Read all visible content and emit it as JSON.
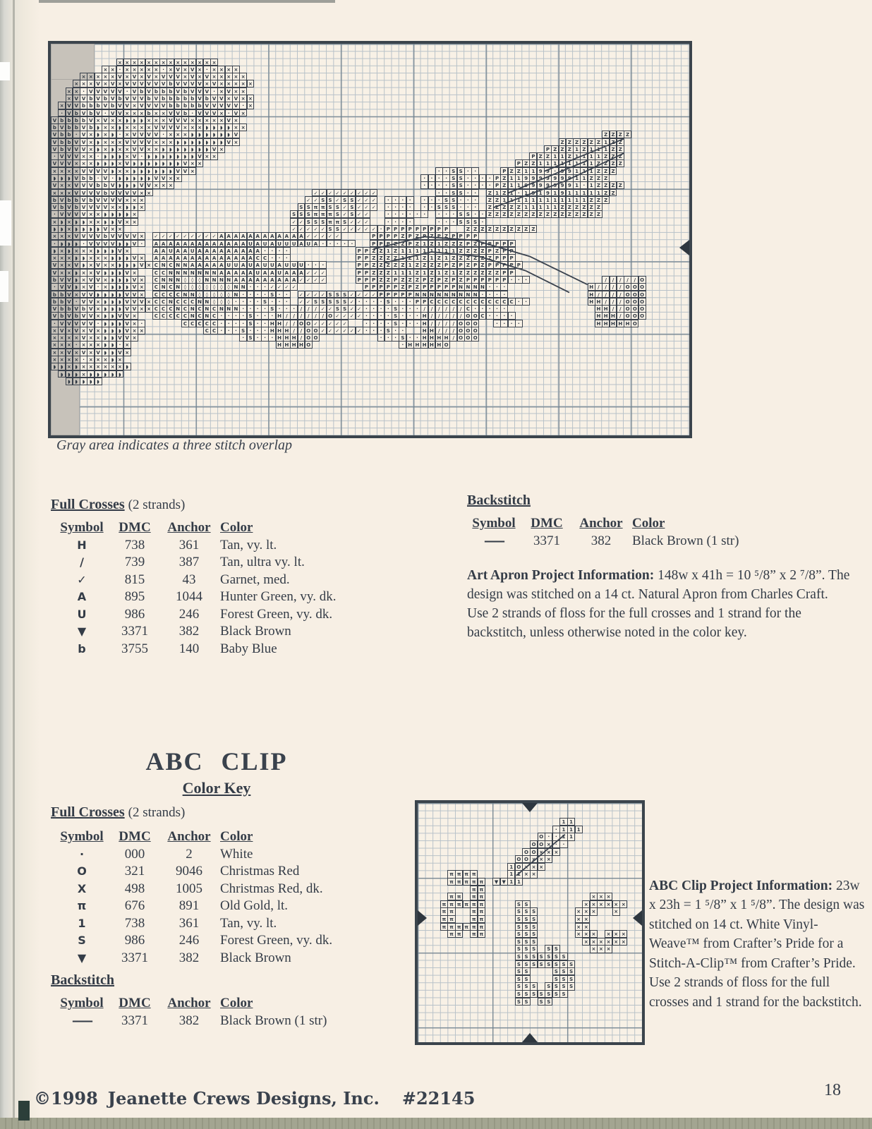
{
  "page": {
    "caption": "Gray area indicates a three stitch overlap",
    "page_number": "18",
    "footer": {
      "copyright": "©1998",
      "publisher": "Jeanette Crews Designs, Inc.",
      "item_number": "#22145"
    }
  },
  "apron_key": {
    "full_crosses": {
      "title": "Full Crosses",
      "strands": "(2 strands)",
      "headers": [
        "Symbol",
        "DMC",
        "Anchor",
        "Color"
      ],
      "rows": [
        [
          "H",
          "738",
          "361",
          "Tan, vy. lt."
        ],
        [
          "/",
          "739",
          "387",
          "Tan, ultra vy. lt."
        ],
        [
          "✓",
          "815",
          "43",
          "Garnet, med."
        ],
        [
          "A",
          "895",
          "1044",
          "Hunter Green, vy. dk."
        ],
        [
          "U",
          "986",
          "246",
          "Forest Green, vy. dk."
        ],
        [
          "▼",
          "3371",
          "382",
          "Black Brown"
        ],
        [
          "b",
          "3755",
          "140",
          "Baby Blue"
        ]
      ]
    },
    "backstitch": {
      "title": "Backstitch",
      "headers": [
        "Symbol",
        "DMC",
        "Anchor",
        "Color"
      ],
      "rows": [
        [
          "——",
          "3371",
          "382",
          "Black Brown (1 str)"
        ]
      ]
    },
    "project_info": {
      "label": "Art Apron Project Information:",
      "text": "  148w x 41h = 10 ⁵/8” x 2 ⁷/8”.  The design was stitched on a 14 ct. Natural Apron from Charles Craft.  Use 2 strands of floss for the full crosses and 1 strand for the backstitch, unless otherwise noted in the color key."
    }
  },
  "abc_clip": {
    "title": "ABC  CLIP",
    "subtitle": "Color Key",
    "full_crosses": {
      "title": "Full Crosses",
      "strands": "(2 strands)",
      "headers": [
        "Symbol",
        "DMC",
        "Anchor",
        "Color"
      ],
      "rows": [
        [
          "·",
          "000",
          "2",
          "White"
        ],
        [
          "O",
          "321",
          "9046",
          "Christmas Red"
        ],
        [
          "X",
          "498",
          "1005",
          "Christmas Red, dk."
        ],
        [
          "π",
          "676",
          "891",
          "Old Gold, lt."
        ],
        [
          "1",
          "738",
          "361",
          "Tan, vy. lt."
        ],
        [
          "S",
          "986",
          "246",
          "Forest Green, vy. dk."
        ],
        [
          "▼",
          "3371",
          "382",
          "Black Brown"
        ]
      ]
    },
    "backstitch": {
      "title": "Backstitch",
      "headers": [
        "Symbol",
        "DMC",
        "Anchor",
        "Color"
      ],
      "rows": [
        [
          "——",
          "3371",
          "382",
          "Black Brown (1 str)"
        ]
      ]
    },
    "project_info": {
      "label": "ABC Clip Project Information:",
      "text": "  23w x 23h = 1 ⁵/8” x 1 ⁵/8”.  The design was stitched on 14 ct. White Vinyl-Weave™ from Crafter’s Pride for a Stitch-A-Clip™ from Crafter’s Pride.  Use 2 strands of floss for the full crosses and 1 strand for the backstitch."
    }
  },
  "glyph_map": {
    ".": "·",
    "x": "×",
    "v": "✓",
    ")": "◗"
  },
  "apron_chart": {
    "columns": 88,
    "rows": 54,
    "cell": 10.28,
    "overlap": {
      "cols": 4,
      "corner_cols": 6,
      "corner_rows": 5
    },
    "grid_rows": [
      [],
      [],
      [
        [
          9,
          "xxxxxxxxxxxxxx"
        ]
      ],
      [
        [
          7,
          "xx.xxxxx.xVxVx.xxxx"
        ]
      ],
      [
        [
          4,
          "xxxxxVxVxVxVVVxVxVxxxxx"
        ]
      ],
      [
        [
          3,
          "xxxVxVxVVVVVVbVVVVxVxxxxx"
        ]
      ],
      [
        [
          2,
          "xx.VVVVV.VbVbbbVbVVV.xVxx"
        ]
      ],
      [
        [
          2,
          "xVVbVbVbVVVbVbbbbbVbVVxVxx"
        ]
      ],
      [
        [
          1,
          "xVVbbbVbVVxVVVVbbbbbVVVVV.x"
        ]
      ],
      [
        [
          1,
          ".VbVbV.VVxxxbxxVVb.VVVx.Vx"
        ]
      ],
      [
        [
          0,
          "VbbbbVxVxx)))xxxVVVxxxxxVx"
        ]
      ],
      [
        [
          0,
          "bVbbVb)xx)xxxxVVVVxxx))))xx"
        ]
      ],
      [
        [
          0,
          "Vbb.Vx)x).xVVVV.xxx))))))V"
        ],
        [
          76,
          "ZZZZ"
        ]
      ],
      [
        [
          0,
          "VbbVVx)xxxVVVVxxx)))))))Vx"
        ],
        [
          70,
          "ZZZZZZ1ZZ"
        ]
      ],
      [
        [
          0,
          "VbVVVx)x)xxVVxx)))))))Vx"
        ],
        [
          68,
          "PZZZ1Z111ZZ"
        ]
      ],
      [
        [
          0,
          ".VVVxx.)))xV.)))))))Vxx"
        ],
        [
          66,
          "PZZ11Z1111ZZZ"
        ]
      ],
      [
        [
          0,
          "VVVxxx)))xV)))))))Vxx"
        ],
        [
          64,
          "PZZ11111111ZZZZ"
        ]
      ],
      [
        [
          0,
          "xxxxVVVV)xx))))))VVx"
        ],
        [
          53,
          "..SS.."
        ],
        [
          62,
          "PZZ1199.99111ZZZ"
        ]
      ],
      [
        [
          0,
          ")))Vbb.V.)))))VVxx"
        ],
        [
          51,
          "....SS...."
        ],
        [
          61,
          "PZ11999999911ZZZ"
        ]
      ],
      [
        [
          0,
          "VxxVVVbbV)))VVxxx"
        ],
        [
          51,
          "....SS...."
        ],
        [
          61,
          "PZ1199999991.1ZZZZ"
        ]
      ],
      [
        [
          0,
          "xxxVVVVbVVVVxx"
        ],
        [
          36,
          "vvvvvvvvv"
        ],
        [
          53,
          "..SS.."
        ],
        [
          60,
          "Z1Z1.19191911111ZZ"
        ]
      ],
      [
        [
          0,
          "bVbbVbVVVVxxx"
        ],
        [
          35,
          "vvSSvSSvvv"
        ],
        [
          46,
          "...."
        ],
        [
          51,
          "...SS..."
        ],
        [
          60,
          "ZZ111111111111ZZZ"
        ]
      ],
      [
        [
          0,
          "VbVbVVVVxx))x"
        ],
        [
          34,
          "SSππSSvSvvv"
        ],
        [
          46,
          "...."
        ],
        [
          51,
          "..SSS..."
        ],
        [
          60,
          "ZZZZZ11111ZZZZZZ"
        ]
      ],
      [
        [
          0,
          ".VVVVxx))))x"
        ],
        [
          33,
          "SSSπππSvSvv"
        ],
        [
          46,
          "......"
        ],
        [
          53,
          "...SS.."
        ],
        [
          60,
          "ZZZZZZZZZZZZZZZZ"
        ]
      ],
      [
        [
          0,
          "x)x))xx))Vxx"
        ],
        [
          33,
          "vvSSSππSvvv"
        ],
        [
          46,
          "...."
        ],
        [
          53,
          "...SSS."
        ]
      ],
      [
        [
          0,
          "))x))))Vxx"
        ],
        [
          33,
          "vvvvvSSvvvv"
        ],
        [
          44,
          "v."
        ],
        [
          46,
          "PPPPPPPPP"
        ],
        [
          57,
          "ZZZZZZZZZZ"
        ]
      ],
      [
        [
          0,
          "xxxVVVVbVVVVx"
        ],
        [
          14,
          "vvvvvvvvv"
        ],
        [
          23,
          "AAAAAAAAAAAA"
        ],
        [
          35,
          "vvvvv"
        ],
        [
          44,
          "PPPPZPZPZPZPPPP"
        ]
      ],
      [
        [
          0,
          ".))).VVVV))V."
        ],
        [
          14,
          "AAAAAAAAAAAAAUAUAUUUAUA"
        ],
        [
          37,
          "....."
        ],
        [
          44,
          "PPPZZPZ1Z1ZZZPZPPPPP"
        ]
      ],
      [
        [
          0,
          ")x)xxx)))Vx"
        ],
        [
          14,
          "AAUAAUAAAAAAAAA"
        ],
        [
          29,
          "...."
        ],
        [
          42,
          "PPZZ1Z11111111ZZZZPZPP"
        ]
      ],
      [
        [
          0,
          "xxx))xxx)))Vx"
        ],
        [
          14,
          "AAAAAAAAAAAAAA"
        ],
        [
          28,
          "CC..."
        ],
        [
          42,
          "PPZZZZ1Z1Z1Z1ZZZZZZPPP"
        ]
      ],
      [
        [
          0,
          "VxxV)xVxx)))Vx"
        ],
        [
          14,
          "CNCNNAAAAAUUAUAUUAUUU"
        ],
        [
          35,
          "..."
        ],
        [
          42,
          "PPZZZZZ1ZZZZPZPZPZPPPPP"
        ]
      ],
      [
        [
          0,
          "Vxx)xxV)))Vx"
        ],
        [
          14,
          "CCNNNNNNNAAAAAUAAUAAA"
        ],
        [
          35,
          "vvv"
        ],
        [
          42,
          "PPZZZ111Z1Z1Z1ZZZZZZPP"
        ]
      ],
      [
        [
          0,
          "bVV)xVVx)))Vx"
        ],
        [
          14,
          "CNNN◊◊◊NNNNAAAAAAAAA"
        ],
        [
          34,
          "vvvv"
        ],
        [
          42,
          "PPPZZPZZZPZPZPZPPPPPP"
        ],
        [
          63,
          "..."
        ],
        [
          76,
          "/////O"
        ]
      ],
      [
        [
          0,
          ".VV)xV.x)))Vx"
        ],
        [
          14,
          "CNCN◊◊◊◊◊◊◊NN"
        ],
        [
          27,
          "..."
        ],
        [
          30,
          "vvvv"
        ],
        [
          43,
          "PPPPPZPZPPPPP"
        ],
        [
          56,
          "NNNN"
        ],
        [
          60,
          "..."
        ],
        [
          74,
          "H////OOO"
        ]
      ],
      [
        [
          0,
          "bbVxVV))))VVx"
        ],
        [
          14,
          "CCCCNN◊◊◊◊◊N"
        ],
        [
          26,
          "....S.."
        ],
        [
          34,
          "vvvvSSSvvvv"
        ],
        [
          45,
          "PPPPP"
        ],
        [
          50,
          "NNNNNNNNN"
        ],
        [
          59,
          "...."
        ],
        [
          74,
          "H////OOO"
        ]
      ],
      [
        [
          0,
          "bbV.VVx)))VVVx"
        ],
        [
          14,
          "CCNCCCNN◊◊◊"
        ],
        [
          25,
          "....S..."
        ],
        [
          34,
          "vvSSSSSv"
        ],
        [
          42,
          "....S..."
        ],
        [
          50,
          "PPCCCCCCCCCCCC"
        ],
        [
          64,
          ".."
        ],
        [
          74,
          "HH///OOO"
        ]
      ],
      [
        [
          0,
          "VbbVbVx)))VVxx"
        ],
        [
          14,
          "CCCNCNCNCNNN"
        ],
        [
          26,
          "....S..."
        ],
        [
          34,
          "///vvSSvv"
        ],
        [
          43,
          "....S..."
        ],
        [
          51,
          "//////C"
        ],
        [
          58,
          "....."
        ],
        [
          75,
          "HH//OOO"
        ]
      ],
      [
        [
          0,
          "VbVbVVx))VVx"
        ],
        [
          14,
          "CCCCCNCNC"
        ],
        [
          23,
          "....S..."
        ],
        [
          31,
          "H//////Ovvvv"
        ],
        [
          43,
          "....S..."
        ],
        [
          51,
          "H/////OO"
        ],
        [
          59,
          "C...."
        ],
        [
          75,
          "HHH/OOO"
        ]
      ],
      [
        [
          0,
          ".VVVVV.)))Vx."
        ],
        [
          18,
          "CCCCC"
        ],
        [
          23,
          "....S.."
        ],
        [
          30,
          "HH//OOvvvvv"
        ],
        [
          43,
          "....S..."
        ],
        [
          51,
          "H////OOO"
        ],
        [
          61,
          "...."
        ],
        [
          75,
          "HHHHHO"
        ]
      ],
      [
        [
          0,
          "xVxVxVx)))Vxx"
        ],
        [
          21,
          "CC"
        ],
        [
          23,
          "...S..."
        ],
        [
          30,
          "HHH//OOvvvvvv"
        ],
        [
          43,
          "...S.."
        ],
        [
          51,
          "HH///OOO"
        ]
      ],
      [
        [
          0,
          "xxxxVxx))VVx"
        ],
        [
          26,
          ".S..."
        ],
        [
          31,
          "HHH/OO"
        ],
        [
          45,
          "...S.."
        ],
        [
          51,
          "HHHH/OOO"
        ]
      ],
      [
        [
          0,
          "xxx.xxx)).x"
        ],
        [
          31,
          "HHHHO"
        ],
        [
          48,
          ".HHHHHO"
        ]
      ],
      [
        [
          0,
          "xxVxVxV))Vx"
        ]
      ],
      [
        [
          0,
          "xxxx.xxx)x"
        ]
      ],
      [
        [
          0,
          "))x)xxxxxx)"
        ]
      ],
      [
        [
          1,
          ")))x)))))"
        ]
      ],
      [
        [
          2,
          ")))))"
        ]
      ],
      [],
      [],
      [],
      [],
      [],
      [],
      []
    ],
    "backstitch_lines": [
      [
        68,
        17.6,
        79,
        13.1
      ],
      [
        63,
        20.6,
        74,
        16.1
      ],
      [
        61,
        22.6,
        71,
        18.9
      ],
      [
        71,
        18.9,
        79,
        15.1
      ],
      [
        44.5,
        28.3,
        51.5,
        26.6
      ],
      [
        51.5,
        26.6,
        58.5,
        27.1
      ],
      [
        58.5,
        27.1,
        66,
        29.3
      ],
      [
        66,
        29.3,
        74,
        33.2
      ],
      [
        46,
        30.2,
        52.5,
        28.7
      ],
      [
        52.5,
        28.7,
        59,
        29.3
      ],
      [
        59,
        29.3,
        65.5,
        31.3
      ],
      [
        65.5,
        31.3,
        71.5,
        34.3
      ]
    ]
  },
  "clip_chart": {
    "columns": 30,
    "rows": 32,
    "cell": 10.6,
    "grid_rows": [
      [],
      [],
      [
        [
          19,
          "11"
        ]
      ],
      [
        [
          18,
          ".111"
        ]
      ],
      [
        [
          16,
          "O..11"
        ]
      ],
      [
        [
          15,
          "OOx.."
        ]
      ],
      [
        [
          14,
          "OOxxx"
        ]
      ],
      [
        [
          13,
          "OOxxx"
        ]
      ],
      [
        [
          12,
          "1Oxxx"
        ]
      ],
      [
        [
          4,
          "ππππ"
        ],
        [
          12,
          "11xx"
        ]
      ],
      [
        [
          4,
          "πππππ"
        ],
        [
          10,
          "▼▼11"
        ]
      ],
      [
        [
          7,
          "ππ"
        ]
      ],
      [
        [
          4,
          "ππ ππ"
        ],
        [
          23,
          "xxx"
        ]
      ],
      [
        [
          3,
          "ππππππ"
        ],
        [
          13,
          "SS"
        ],
        [
          22,
          "xxxxxx"
        ]
      ],
      [
        [
          3,
          "ππ  ππ"
        ],
        [
          13,
          "SSS"
        ],
        [
          21,
          "xxx  x"
        ]
      ],
      [
        [
          3,
          "ππ  ππ"
        ],
        [
          13,
          "SSS"
        ],
        [
          21,
          "xx"
        ]
      ],
      [
        [
          3,
          "ππππππ"
        ],
        [
          13,
          "SSS"
        ],
        [
          21,
          "xx"
        ]
      ],
      [
        [
          4,
          "ππ ππ"
        ],
        [
          13,
          "SSS"
        ],
        [
          21,
          "xxx xxx"
        ]
      ],
      [
        [
          13,
          "SSS"
        ],
        [
          22,
          "xxxxxx"
        ]
      ],
      [
        [
          13,
          "SSS"
        ],
        [
          17,
          "SS"
        ],
        [
          23,
          "xxx"
        ]
      ],
      [
        [
          13,
          "SSSSSSS"
        ]
      ],
      [
        [
          13,
          "SSSSSSSS"
        ]
      ],
      [
        [
          13,
          "SS"
        ],
        [
          18,
          "SSS"
        ]
      ],
      [
        [
          13,
          "SS"
        ],
        [
          18,
          "SSS"
        ]
      ],
      [
        [
          13,
          "SSS"
        ],
        [
          17,
          "SSSS"
        ]
      ],
      [
        [
          13,
          "SSSSSSS"
        ]
      ],
      [
        [
          13,
          "SS"
        ],
        [
          16,
          "SS"
        ]
      ],
      [],
      [],
      [],
      [],
      []
    ],
    "backstitch_lines": [
      [
        13.2,
        9.7,
        19.7,
        4.2
      ]
    ]
  }
}
